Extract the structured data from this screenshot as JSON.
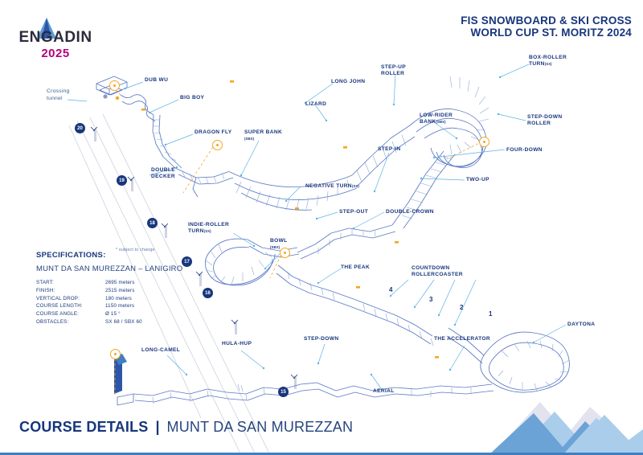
{
  "logo": {
    "word": "ENGADIN",
    "year": "2025",
    "mark_letter": "A"
  },
  "header": {
    "title_line1": "FIS SNOWBOARD & SKI CROSS",
    "title_line2": "WORLD CUP ST. MORITZ 2024"
  },
  "specifications": {
    "heading": "SPECIFICATIONS:",
    "note": "* subject to change",
    "subtitle": "MUNT DA SAN MUREZZAN – LANIGIRO",
    "rows": [
      {
        "key": "START:",
        "value": "2695 meters"
      },
      {
        "key": "FINISH:",
        "value": "2515 meters"
      },
      {
        "key": "VERTICAL DROP:",
        "value": "180 meters"
      },
      {
        "key": "COURSE LENGTH:",
        "value": "1150 meters"
      },
      {
        "key": "COURSE ANGLE:",
        "value": "Ø 15 °"
      },
      {
        "key": "OBSTACLES:",
        "value": "SX 68 / SBX 60"
      }
    ]
  },
  "map": {
    "crossing_tunnel": "Crossing\ntunnel",
    "crossing_tunnel_l1": "Crossing",
    "crossing_tunnel_l2": "tunnel",
    "features": [
      {
        "name": "dub-wu",
        "label": "DUB WU",
        "suffix": ""
      },
      {
        "name": "big-boy",
        "label": "BIG BOY",
        "suffix": ""
      },
      {
        "name": "dragon-fly",
        "label": "DRAGON FLY",
        "suffix": ""
      },
      {
        "name": "double-decker",
        "label1": "DOUBLE",
        "label2": "DECKER",
        "suffix": ""
      },
      {
        "name": "super-bank",
        "label": "SUPER BANK",
        "suffix": "(SBX)"
      },
      {
        "name": "long-john",
        "label": "LONG JOHN",
        "suffix": ""
      },
      {
        "name": "lizard",
        "label": "LIZARD",
        "suffix": ""
      },
      {
        "name": "step-up-roller",
        "label1": "STEP-UP",
        "label2": "ROLLER",
        "suffix": ""
      },
      {
        "name": "box-roller-turn",
        "label1": "BOX-ROLLER",
        "label2": "TURN",
        "suffix": "(SX)"
      },
      {
        "name": "low-rider-bank",
        "label1": "LOW-RIDER",
        "label2": "BANK",
        "suffix": "(SBX)"
      },
      {
        "name": "step-down-roller",
        "label1": "STEP-DOWN",
        "label2": "ROLLER",
        "suffix": ""
      },
      {
        "name": "four-down",
        "label": "FOUR-DOWN",
        "suffix": ""
      },
      {
        "name": "step-in",
        "label": "STEP-IN",
        "suffix": ""
      },
      {
        "name": "two-up",
        "label": "TWO-UP",
        "suffix": ""
      },
      {
        "name": "negative-turn",
        "label": "NEGATIVE TURN",
        "suffix": "(SX)"
      },
      {
        "name": "step-out",
        "label": "STEP-OUT",
        "suffix": ""
      },
      {
        "name": "double-crown",
        "label": "DOUBLE-CROWN",
        "suffix": ""
      },
      {
        "name": "indie-roller-turn",
        "label1": "INDIE-ROLLER",
        "label2": "TURN",
        "suffix": "(SX)"
      },
      {
        "name": "bowl",
        "label": "BOWL",
        "suffix": "(SBX)"
      },
      {
        "name": "the-peak",
        "label": "THE PEAK",
        "suffix": ""
      },
      {
        "name": "countdown-rollercoaster",
        "label1": "COUNTDOWN",
        "label2": "ROLLERCOASTER",
        "suffix": ""
      },
      {
        "name": "the-accelerator",
        "label": "THE ACCELERATOR",
        "suffix": ""
      },
      {
        "name": "daytona",
        "label": "DAYTONA",
        "suffix": ""
      },
      {
        "name": "step-down",
        "label": "STEP-DOWN",
        "suffix": ""
      },
      {
        "name": "hula-hup",
        "label": "HULA-HUP",
        "suffix": ""
      },
      {
        "name": "long-camel",
        "label": "LONG-CAMEL",
        "suffix": ""
      },
      {
        "name": "aerial",
        "label": "AERIAL",
        "suffix": ""
      }
    ],
    "countdown_numbers": [
      "4",
      "3",
      "2",
      "1"
    ],
    "pylons": [
      "20",
      "19",
      "18",
      "17",
      "16",
      "15"
    ]
  },
  "footer": {
    "title": "COURSE DETAILS",
    "separator": "|",
    "subtitle": "MUNT DA SAN MUREZZAN"
  },
  "colors": {
    "navy": "#17367c",
    "course_line": "#5b79c4",
    "leader": "#5bb3e4",
    "orange": "#f5a623",
    "magenta": "#b5007d",
    "mountain_mid": "#6ba3d6",
    "mountain_light": "#a9cdea",
    "mountain_pale": "#e2e3ef",
    "rule": "#3f7fc1"
  }
}
